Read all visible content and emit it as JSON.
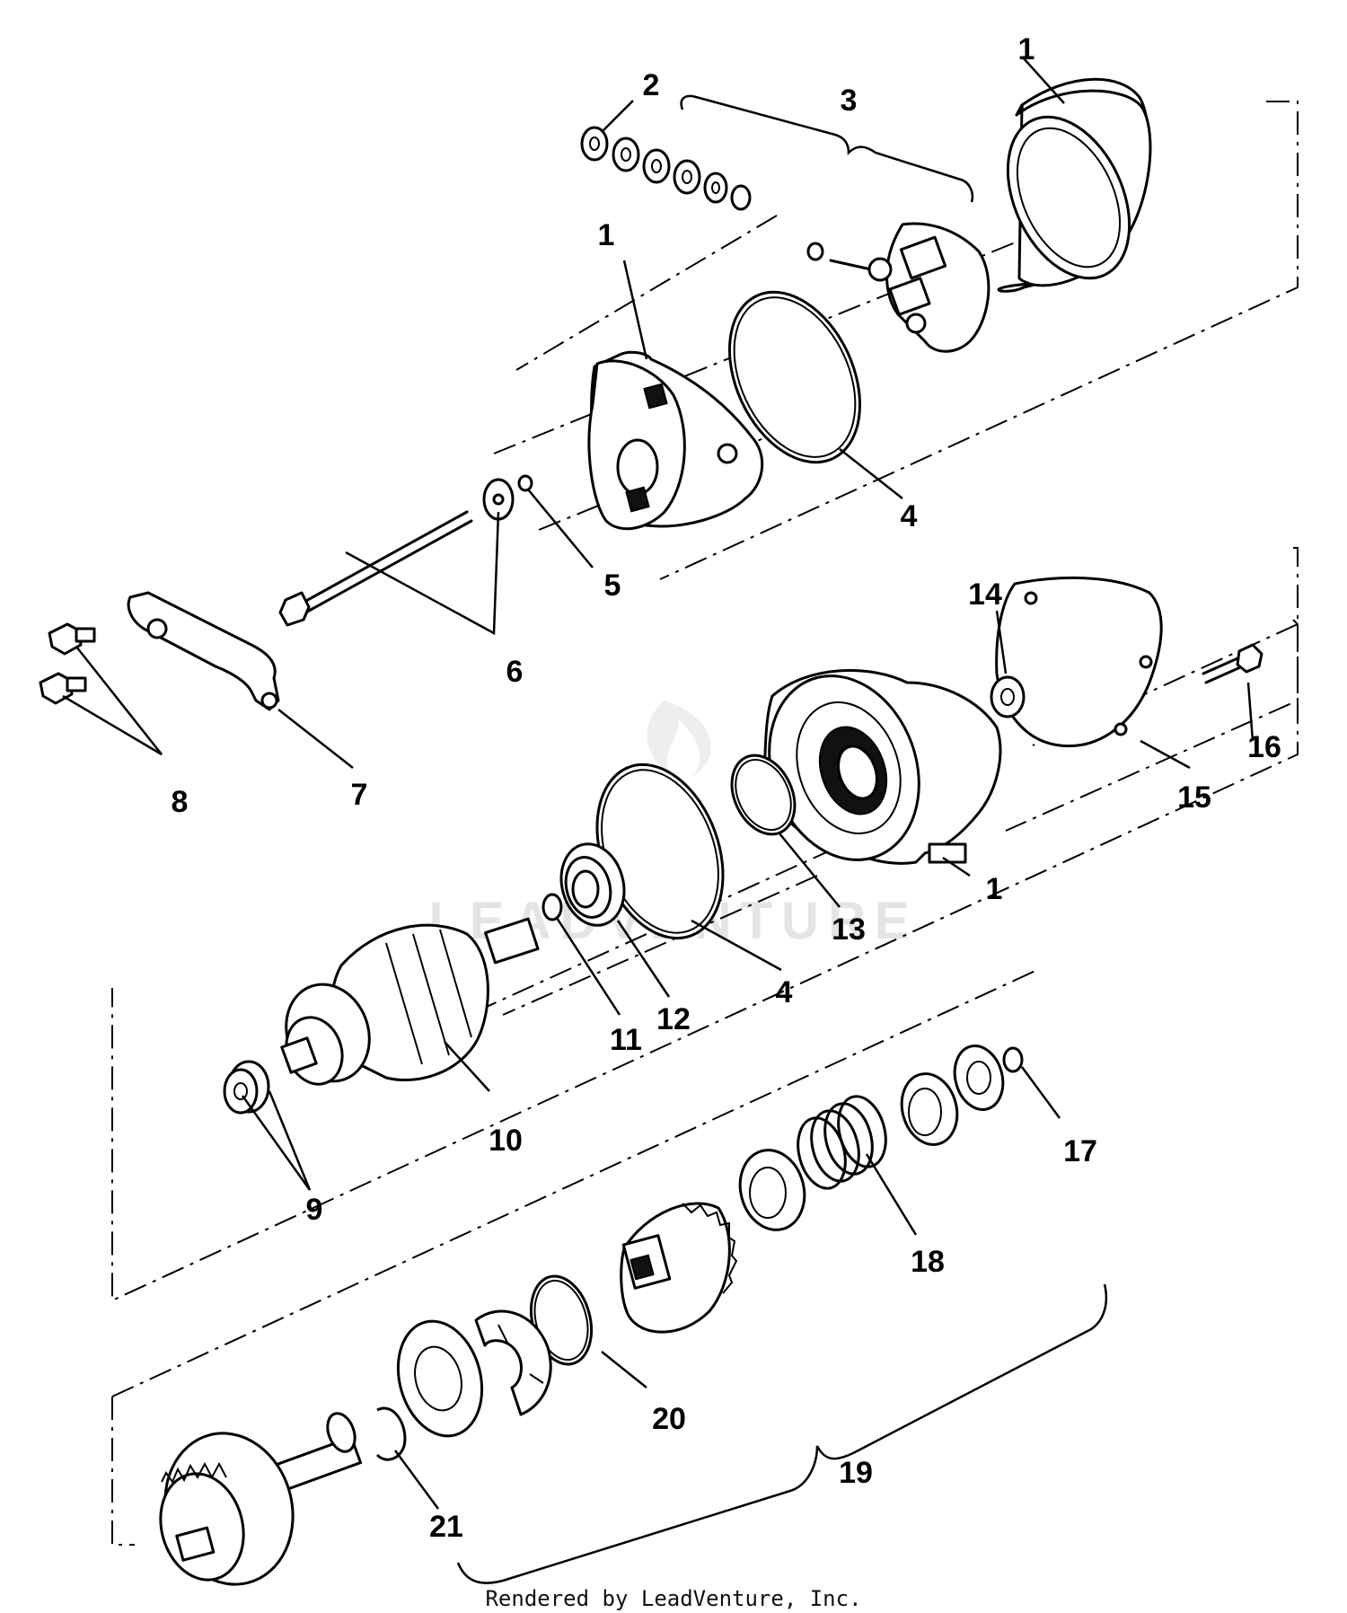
{
  "callouts": {
    "c1a": "1",
    "c2": "2",
    "c3": "3",
    "c1b": "1",
    "c4a": "4",
    "c5": "5",
    "c6": "6",
    "c7": "7",
    "c8": "8",
    "c14": "14",
    "c16": "16",
    "c15": "15",
    "c1c": "1",
    "c13": "13",
    "c4b": "4",
    "c12": "12",
    "c11": "11",
    "c10": "10",
    "c9": "9",
    "c17": "17",
    "c18": "18",
    "c20": "20",
    "c19": "19",
    "c21": "21"
  },
  "watermark": "LEADVENTURE",
  "credit": "Rendered by LeadVenture, Inc."
}
